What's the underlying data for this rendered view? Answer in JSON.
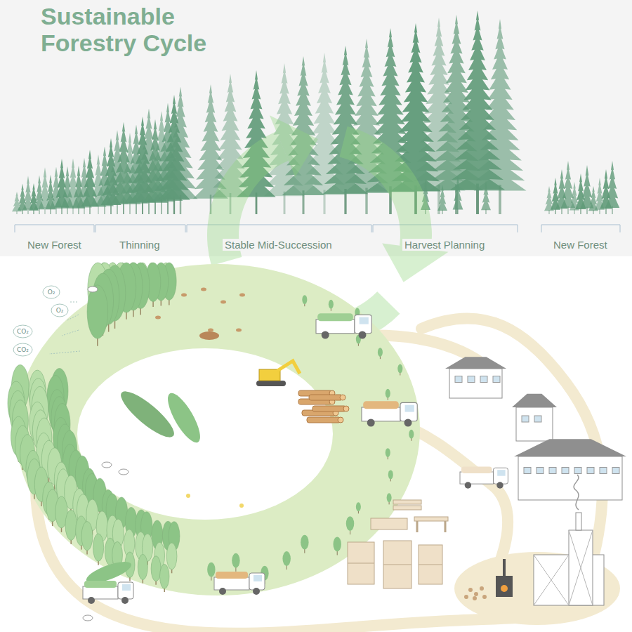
{
  "diagram": {
    "title": "Sustainable Forestry Cycle",
    "nodes": [
      {
        "text": [
          "O₂"
        ]
      },
      {
        "text": [
          "O₂"
        ]
      },
      {
        "text": [
          "CO₂"
        ]
      },
      {
        "text": [
          "CO₂"
        ]
      }
    ],
    "labels": [
      "New Forest",
      "Thinning",
      "Stable Mid-Succession",
      "Harvest Planning",
      "New Forest"
    ]
  }
}
